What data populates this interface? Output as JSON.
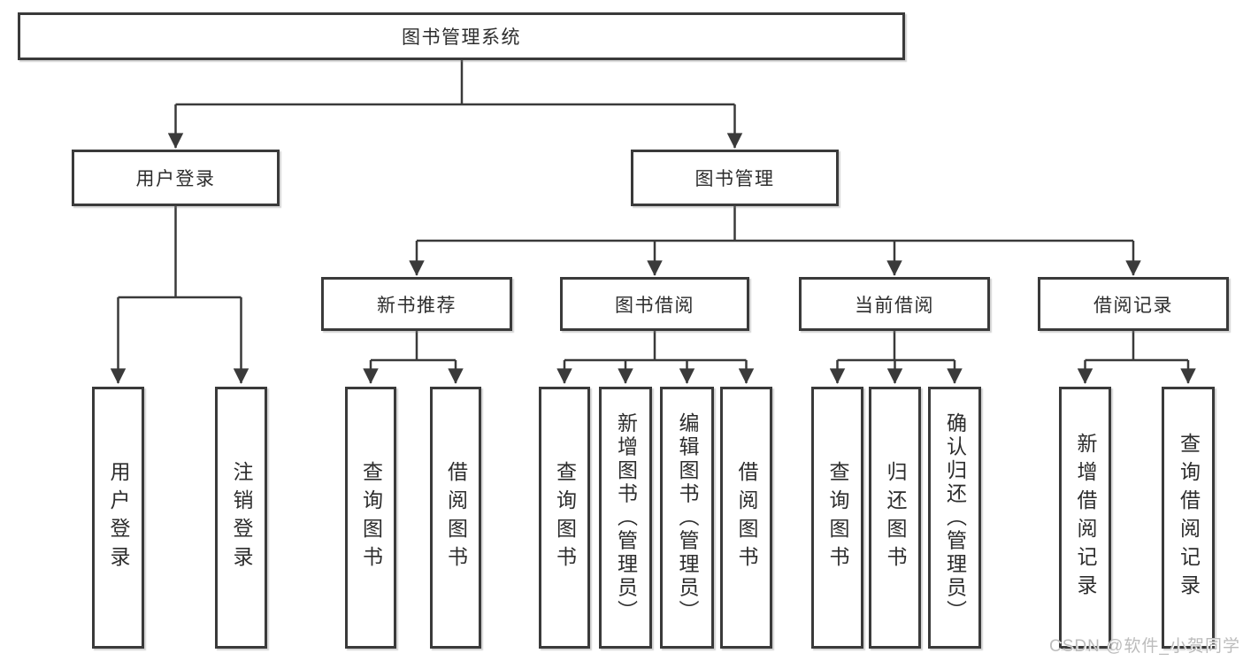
{
  "tree": {
    "label": "图书管理系统",
    "children": [
      {
        "label": "用户登录",
        "children": [
          {
            "label": "用户登录"
          },
          {
            "label": "注销登录"
          }
        ]
      },
      {
        "label": "图书管理",
        "children": [
          {
            "label": "新书推荐",
            "children": [
              {
                "label": "查询图书"
              },
              {
                "label": "借阅图书"
              }
            ]
          },
          {
            "label": "图书借阅",
            "children": [
              {
                "label": "查询图书"
              },
              {
                "label": "新增图书（管理员）"
              },
              {
                "label": "编辑图书（管理员）"
              },
              {
                "label": "借阅图书"
              }
            ]
          },
          {
            "label": "当前借阅",
            "children": [
              {
                "label": "查询图书"
              },
              {
                "label": "归还图书"
              },
              {
                "label": "确认归还（管理员）"
              }
            ]
          },
          {
            "label": "借阅记录",
            "children": [
              {
                "label": "新增借阅记录"
              },
              {
                "label": "查询借阅记录"
              }
            ]
          }
        ]
      }
    ]
  },
  "watermark": "CSDN @软件_小贺同学",
  "colors": {
    "line": "#3a3a3a",
    "box_border": "#3a3a3a",
    "text": "#2d2d2d",
    "watermark": "#bcbcbc",
    "background": "#ffffff"
  }
}
